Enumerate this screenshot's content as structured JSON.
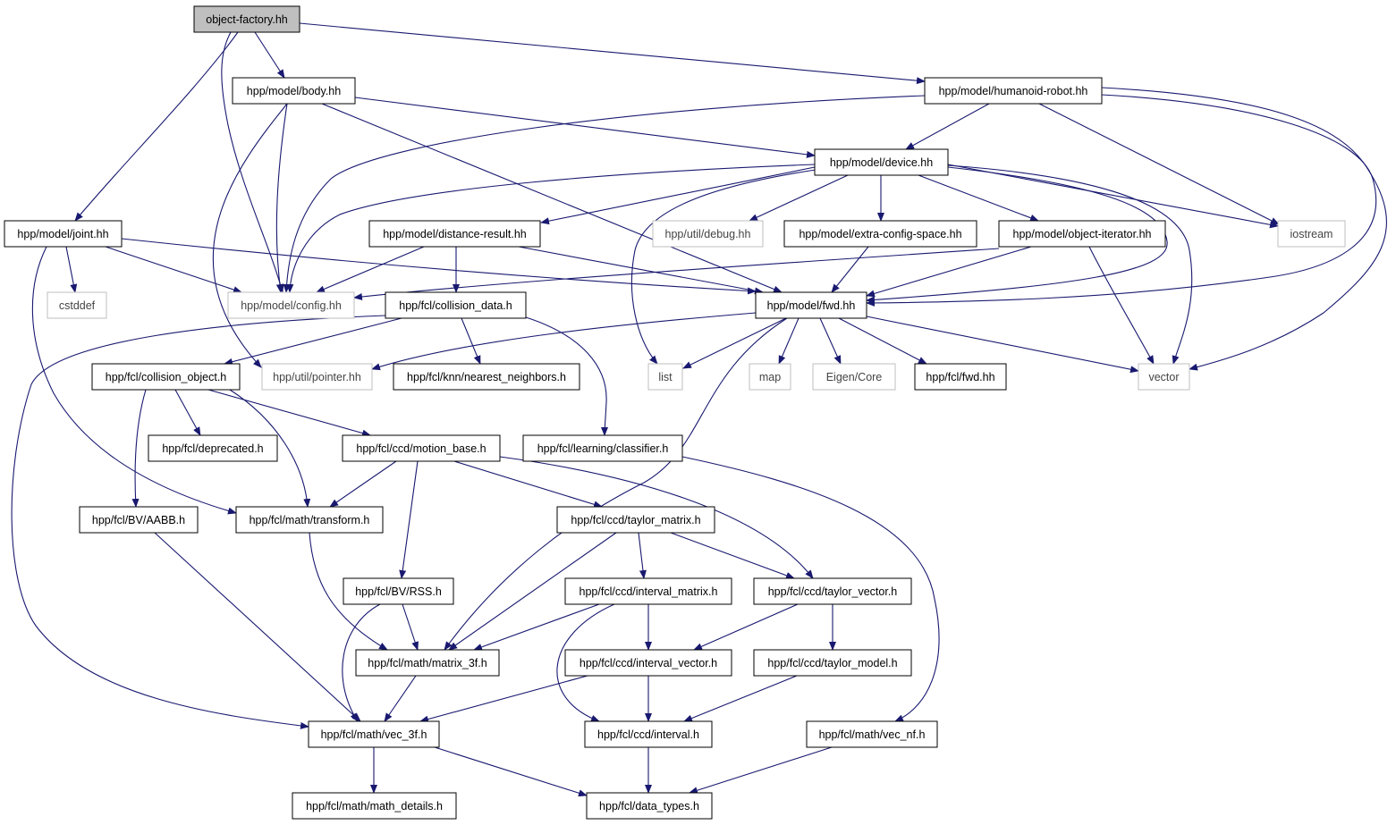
{
  "colors": {
    "edge": "#191970",
    "node_border": "#000000",
    "external_node_border": "#bfbfbf",
    "root_node_fill": "#bfbfbf",
    "node_fill": "#ffffff"
  },
  "nodes": [
    {
      "id": "object_factory",
      "label": "object-factory.hh",
      "kind": "root"
    },
    {
      "id": "model_body",
      "label": "hpp/model/body.hh",
      "kind": "internal"
    },
    {
      "id": "model_humanoid",
      "label": "hpp/model/humanoid-robot.hh",
      "kind": "internal"
    },
    {
      "id": "model_device",
      "label": "hpp/model/device.hh",
      "kind": "internal"
    },
    {
      "id": "model_joint",
      "label": "hpp/model/joint.hh",
      "kind": "internal"
    },
    {
      "id": "model_distance",
      "label": "hpp/model/distance-result.hh",
      "kind": "internal"
    },
    {
      "id": "util_debug",
      "label": "hpp/util/debug.hh",
      "kind": "external"
    },
    {
      "id": "model_extra",
      "label": "hpp/model/extra-config-space.hh",
      "kind": "internal"
    },
    {
      "id": "model_objiter",
      "label": "hpp/model/object-iterator.hh",
      "kind": "internal"
    },
    {
      "id": "iostream",
      "label": "iostream",
      "kind": "external"
    },
    {
      "id": "cstddef",
      "label": "cstddef",
      "kind": "external"
    },
    {
      "id": "model_config",
      "label": "hpp/model/config.hh",
      "kind": "external"
    },
    {
      "id": "fcl_colldata",
      "label": "hpp/fcl/collision_data.h",
      "kind": "internal"
    },
    {
      "id": "model_fwd",
      "label": "hpp/model/fwd.hh",
      "kind": "internal"
    },
    {
      "id": "fcl_collobj",
      "label": "hpp/fcl/collision_object.h",
      "kind": "internal"
    },
    {
      "id": "util_pointer",
      "label": "hpp/util/pointer.hh",
      "kind": "external"
    },
    {
      "id": "fcl_knn",
      "label": "hpp/fcl/knn/nearest_neighbors.h",
      "kind": "internal"
    },
    {
      "id": "list",
      "label": "list",
      "kind": "external"
    },
    {
      "id": "map",
      "label": "map",
      "kind": "external"
    },
    {
      "id": "eigen_core",
      "label": "Eigen/Core",
      "kind": "external"
    },
    {
      "id": "fcl_fwd",
      "label": "hpp/fcl/fwd.hh",
      "kind": "internal"
    },
    {
      "id": "vector",
      "label": "vector",
      "kind": "external"
    },
    {
      "id": "fcl_deprecated",
      "label": "hpp/fcl/deprecated.h",
      "kind": "internal"
    },
    {
      "id": "fcl_motionbase",
      "label": "hpp/fcl/ccd/motion_base.h",
      "kind": "internal"
    },
    {
      "id": "fcl_classifier",
      "label": "hpp/fcl/learning/classifier.h",
      "kind": "internal"
    },
    {
      "id": "fcl_aabb",
      "label": "hpp/fcl/BV/AABB.h",
      "kind": "internal"
    },
    {
      "id": "fcl_transform",
      "label": "hpp/fcl/math/transform.h",
      "kind": "internal"
    },
    {
      "id": "fcl_taylormatrix",
      "label": "hpp/fcl/ccd/taylor_matrix.h",
      "kind": "internal"
    },
    {
      "id": "fcl_rss",
      "label": "hpp/fcl/BV/RSS.h",
      "kind": "internal"
    },
    {
      "id": "fcl_intmatrix",
      "label": "hpp/fcl/ccd/interval_matrix.h",
      "kind": "internal"
    },
    {
      "id": "fcl_taylorvector",
      "label": "hpp/fcl/ccd/taylor_vector.h",
      "kind": "internal"
    },
    {
      "id": "fcl_matrix3f",
      "label": "hpp/fcl/math/matrix_3f.h",
      "kind": "internal"
    },
    {
      "id": "fcl_intvector",
      "label": "hpp/fcl/ccd/interval_vector.h",
      "kind": "internal"
    },
    {
      "id": "fcl_taylormodel",
      "label": "hpp/fcl/ccd/taylor_model.h",
      "kind": "internal"
    },
    {
      "id": "fcl_vec3f",
      "label": "hpp/fcl/math/vec_3f.h",
      "kind": "internal"
    },
    {
      "id": "fcl_interval",
      "label": "hpp/fcl/ccd/interval.h",
      "kind": "internal"
    },
    {
      "id": "fcl_vecnf",
      "label": "hpp/fcl/math/vec_nf.h",
      "kind": "internal"
    },
    {
      "id": "fcl_mathdetails",
      "label": "hpp/fcl/math/math_details.h",
      "kind": "internal"
    },
    {
      "id": "fcl_datatypes",
      "label": "hpp/fcl/data_types.h",
      "kind": "internal"
    }
  ],
  "edges": [
    {
      "from": "object_factory",
      "to": "model_body"
    },
    {
      "from": "object_factory",
      "to": "model_joint"
    },
    {
      "from": "object_factory",
      "to": "model_config"
    },
    {
      "from": "object_factory",
      "to": "model_humanoid"
    },
    {
      "from": "model_body",
      "to": "model_config"
    },
    {
      "from": "model_body",
      "to": "util_pointer"
    },
    {
      "from": "model_body",
      "to": "model_device"
    },
    {
      "from": "model_body",
      "to": "model_fwd"
    },
    {
      "from": "model_humanoid",
      "to": "model_device"
    },
    {
      "from": "model_humanoid",
      "to": "model_config"
    },
    {
      "from": "model_humanoid",
      "to": "iostream"
    },
    {
      "from": "model_humanoid",
      "to": "model_fwd"
    },
    {
      "from": "model_humanoid",
      "to": "vector"
    },
    {
      "from": "model_device",
      "to": "model_distance"
    },
    {
      "from": "model_device",
      "to": "util_debug"
    },
    {
      "from": "model_device",
      "to": "model_extra"
    },
    {
      "from": "model_device",
      "to": "model_objiter"
    },
    {
      "from": "model_device",
      "to": "iostream"
    },
    {
      "from": "model_device",
      "to": "model_config"
    },
    {
      "from": "model_device",
      "to": "list"
    },
    {
      "from": "model_device",
      "to": "vector"
    },
    {
      "from": "model_device",
      "to": "model_fwd"
    },
    {
      "from": "model_joint",
      "to": "cstddef"
    },
    {
      "from": "model_joint",
      "to": "model_config"
    },
    {
      "from": "model_joint",
      "to": "model_fwd"
    },
    {
      "from": "model_joint",
      "to": "fcl_transform"
    },
    {
      "from": "model_distance",
      "to": "model_config"
    },
    {
      "from": "model_distance",
      "to": "fcl_colldata"
    },
    {
      "from": "model_distance",
      "to": "model_fwd"
    },
    {
      "from": "model_extra",
      "to": "model_fwd"
    },
    {
      "from": "model_objiter",
      "to": "model_config"
    },
    {
      "from": "model_objiter",
      "to": "model_fwd"
    },
    {
      "from": "model_objiter",
      "to": "vector"
    },
    {
      "from": "fcl_colldata",
      "to": "fcl_collobj"
    },
    {
      "from": "fcl_colldata",
      "to": "fcl_knn"
    },
    {
      "from": "fcl_colldata",
      "to": "fcl_classifier"
    },
    {
      "from": "fcl_colldata",
      "to": "fcl_vec3f"
    },
    {
      "from": "model_fwd",
      "to": "util_pointer"
    },
    {
      "from": "model_fwd",
      "to": "list"
    },
    {
      "from": "model_fwd",
      "to": "map"
    },
    {
      "from": "model_fwd",
      "to": "eigen_core"
    },
    {
      "from": "model_fwd",
      "to": "fcl_fwd"
    },
    {
      "from": "model_fwd",
      "to": "vector"
    },
    {
      "from": "model_fwd",
      "to": "fcl_matrix3f"
    },
    {
      "from": "fcl_collobj",
      "to": "fcl_deprecated"
    },
    {
      "from": "fcl_collobj",
      "to": "fcl_motionbase"
    },
    {
      "from": "fcl_collobj",
      "to": "fcl_aabb"
    },
    {
      "from": "fcl_collobj",
      "to": "fcl_transform"
    },
    {
      "from": "fcl_motionbase",
      "to": "fcl_transform"
    },
    {
      "from": "fcl_motionbase",
      "to": "fcl_taylormatrix"
    },
    {
      "from": "fcl_motionbase",
      "to": "fcl_taylorvector"
    },
    {
      "from": "fcl_motionbase",
      "to": "fcl_rss"
    },
    {
      "from": "fcl_classifier",
      "to": "fcl_vecnf"
    },
    {
      "from": "fcl_aabb",
      "to": "fcl_vec3f"
    },
    {
      "from": "fcl_transform",
      "to": "fcl_matrix3f"
    },
    {
      "from": "fcl_taylormatrix",
      "to": "fcl_intmatrix"
    },
    {
      "from": "fcl_taylormatrix",
      "to": "fcl_taylorvector"
    },
    {
      "from": "fcl_taylormatrix",
      "to": "fcl_matrix3f"
    },
    {
      "from": "fcl_rss",
      "to": "fcl_matrix3f"
    },
    {
      "from": "fcl_rss",
      "to": "fcl_vec3f"
    },
    {
      "from": "fcl_intmatrix",
      "to": "fcl_matrix3f"
    },
    {
      "from": "fcl_intmatrix",
      "to": "fcl_intvector"
    },
    {
      "from": "fcl_intmatrix",
      "to": "fcl_interval"
    },
    {
      "from": "fcl_taylorvector",
      "to": "fcl_intvector"
    },
    {
      "from": "fcl_taylorvector",
      "to": "fcl_taylormodel"
    },
    {
      "from": "fcl_matrix3f",
      "to": "fcl_vec3f"
    },
    {
      "from": "fcl_intvector",
      "to": "fcl_vec3f"
    },
    {
      "from": "fcl_intvector",
      "to": "fcl_interval"
    },
    {
      "from": "fcl_taylormodel",
      "to": "fcl_interval"
    },
    {
      "from": "fcl_vec3f",
      "to": "fcl_mathdetails"
    },
    {
      "from": "fcl_vec3f",
      "to": "fcl_datatypes"
    },
    {
      "from": "fcl_interval",
      "to": "fcl_datatypes"
    },
    {
      "from": "fcl_vecnf",
      "to": "fcl_datatypes"
    }
  ]
}
